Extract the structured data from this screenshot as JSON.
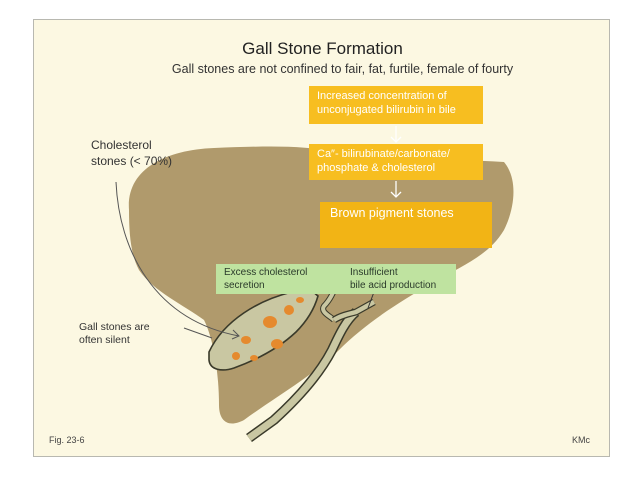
{
  "title": "Gall Stone Formation",
  "subtitle": "Gall stones are not confined to fair, fat, furtile, female of fourty",
  "boxes": {
    "bilirubin": {
      "line1": "Increased concentration of",
      "line2": "unconjugated bilirubin in bile"
    },
    "calcium": {
      "line1": "Ca″- bilirubinate/carbonate/",
      "line2": "phosphate & cholesterol"
    },
    "pigment": {
      "label": "Brown pigment stones"
    }
  },
  "green_labels": {
    "cholesterol": {
      "line1": "Excess cholesterol",
      "line2": "secretion"
    },
    "bile_acid": {
      "line1": "Insufficient",
      "line2": "bile acid production"
    }
  },
  "side_labels": {
    "cholesterol_stones": {
      "line1": "Cholesterol",
      "line2": "stones (< 70%)"
    },
    "silent": {
      "line1": "Gall stones are",
      "line2": "often silent"
    }
  },
  "footer": {
    "figure": "Fig. 23-6",
    "credit": "KMc"
  },
  "colors": {
    "liver": "#b09a6c",
    "box": "#f7be20",
    "green": "#bfe3a0",
    "gallbladder": "#c9c7a2",
    "stone": "#e58a2e",
    "pigment_stone": "#7a5a20"
  }
}
